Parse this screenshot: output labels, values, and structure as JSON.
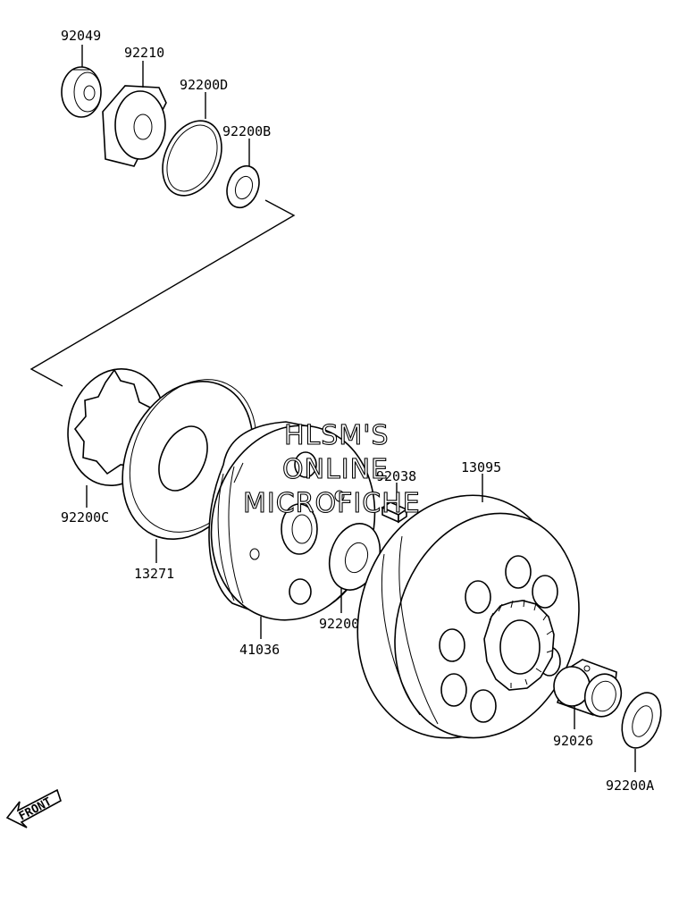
{
  "labels": {
    "p92049": "92049",
    "p92210": "92210",
    "p92200D": "92200D",
    "p92200B": "92200B",
    "p92200C": "92200C",
    "p13271": "13271",
    "p41036": "41036",
    "p92038": "92038",
    "p92200": "92200",
    "p13095": "13095",
    "p92026": "92026",
    "p92200A": "92200A"
  },
  "watermark": {
    "line1": "HLSM'S",
    "line2": "ONLINE",
    "line3": "MICROFICHE"
  },
  "front_arrow": {
    "text": "FRONT"
  }
}
